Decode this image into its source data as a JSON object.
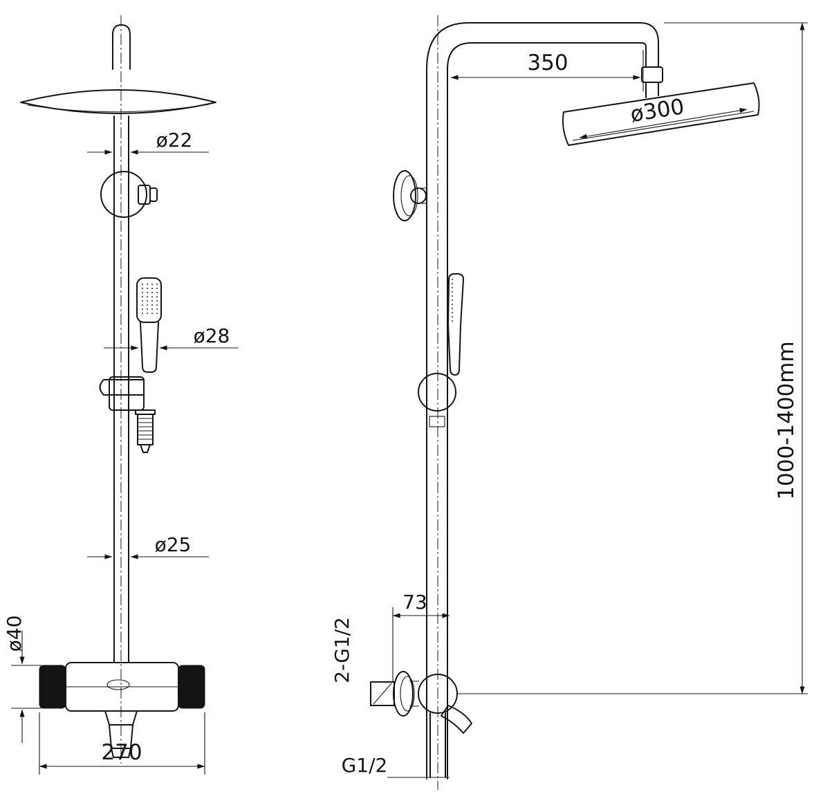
{
  "drawing": {
    "type": "shower-column-technical-drawing",
    "background_color": "#ffffff",
    "line_color": "#141414"
  },
  "dimensions": {
    "head_pipe_diameter": "ø22",
    "hand_shower_diameter": "ø28",
    "column_diameter": "ø25",
    "mixer_body_diameter": "ø40",
    "mixer_width": "270",
    "arm_length": "350",
    "head_diameter": "ø300",
    "height_range": "1000-1400mm",
    "wall_offset": "73",
    "wall_connection_thread": "2-G1/2",
    "outlet_thread": "G1/2"
  }
}
